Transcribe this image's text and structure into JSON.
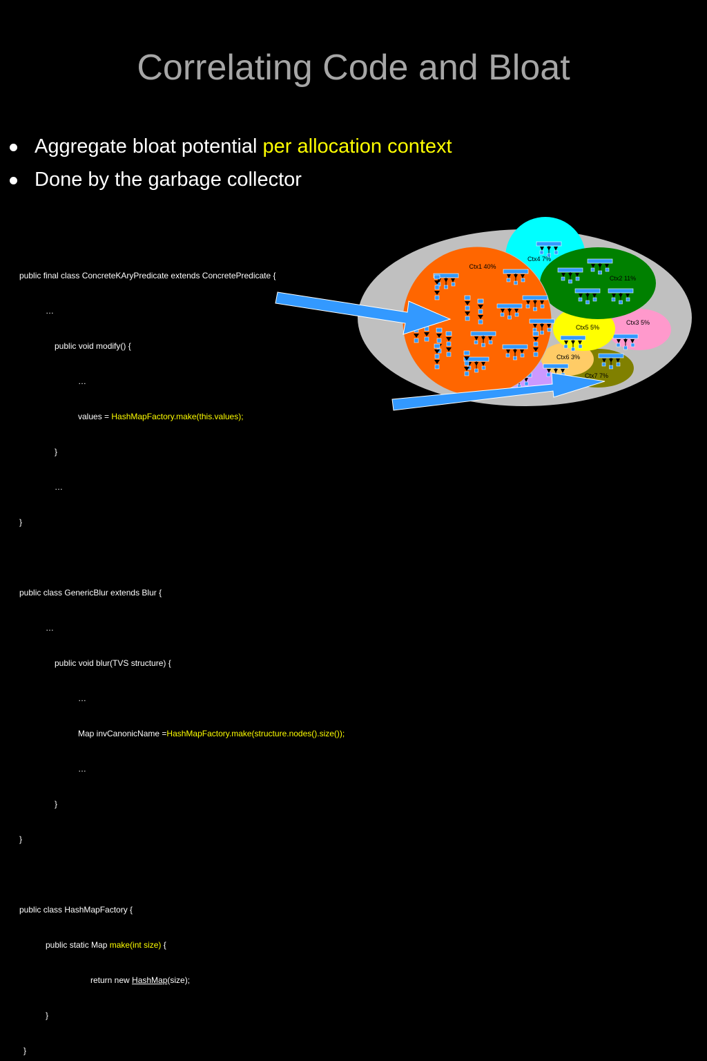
{
  "slide": {
    "title": "Correlating Code and Bloat",
    "bullets": [
      {
        "text": "Aggregate bloat potential ",
        "highlight": "per allocation context"
      },
      {
        "text": "Done by the garbage collector",
        "highlight": ""
      }
    ]
  },
  "code": {
    "block1": {
      "l1": "public final class ConcreteKAryPredicate extends ConcretePredicate {",
      "l2": "…",
      "l3": "public void modify() {",
      "l4": "…",
      "l5_pre": "values = ",
      "l5_hl": "HashMapFactory.make(this.values);",
      "l6": "}",
      "l7": "…",
      "l8": "}"
    },
    "block2": {
      "l1": "public class GenericBlur extends Blur {",
      "l2": "…",
      "l3": "public void blur(TVS structure) {",
      "l4": "…",
      "l5_pre": "Map invCanonicName =",
      "l5_hl": "HashMapFactory.make(structure.nodes().size());",
      "l6": "…",
      "l7": "}",
      "l8": "}"
    },
    "block3": {
      "l1": "public class HashMapFactory {",
      "l2_pre": "public static Map ",
      "l2_hl": "make(int size)",
      "l2_post": " {",
      "l3_pre": "return new ",
      "l3_link": "HashMap",
      "l3_post": "(size);",
      "l4": "}",
      "l5": "}"
    }
  },
  "diagram": {
    "contexts": [
      {
        "label": "Ctx1 40%",
        "color": "#ff6600"
      },
      {
        "label": "Ctx2 11%",
        "color": "#008000"
      },
      {
        "label": "Ctx3 5%",
        "color": "#ff99cc"
      },
      {
        "label": "Ctx4 7%",
        "color": "#00ffff"
      },
      {
        "label": "Ctx5 5%",
        "color": "#ffff00"
      },
      {
        "label": "Ctx6 3%",
        "color": "#ffcc66"
      },
      {
        "label": "Ctx7 7%",
        "color": "#808000"
      }
    ],
    "outer_color": "#c0c0c0",
    "arrow_color": "#3399ff"
  }
}
